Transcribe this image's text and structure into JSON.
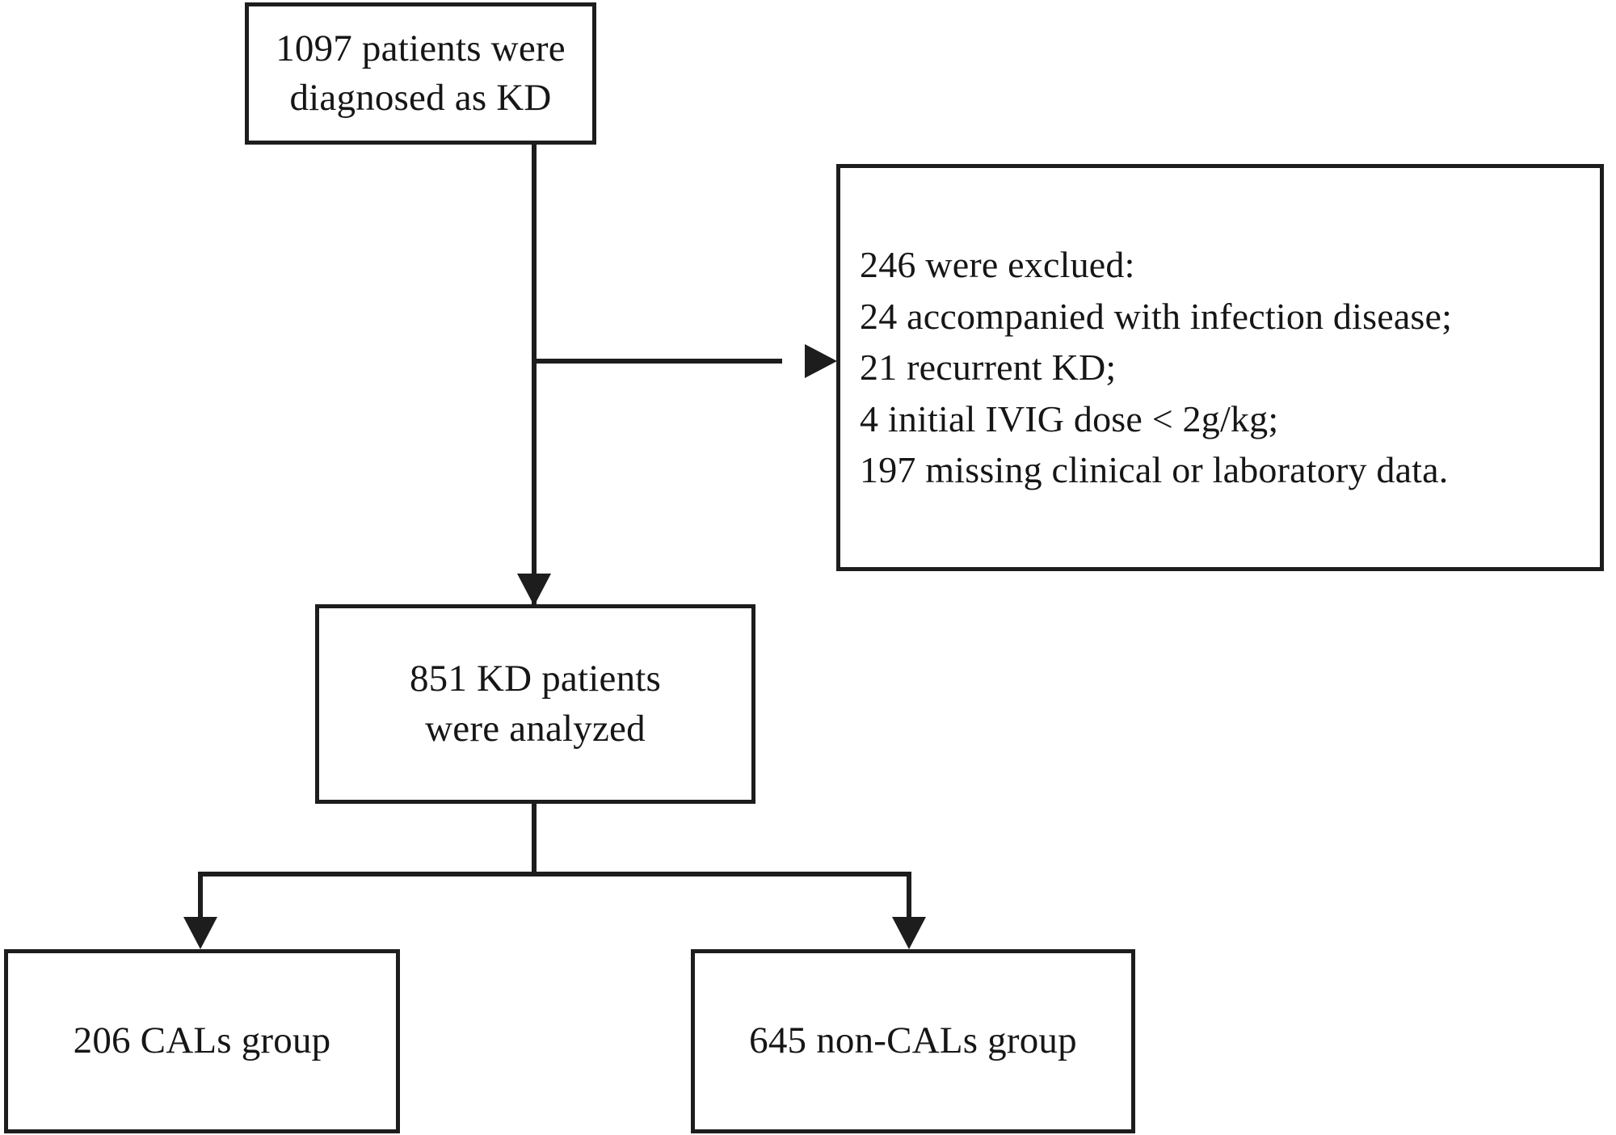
{
  "diagram": {
    "type": "study-flow-chart",
    "nodes": {
      "screened": {
        "label": "1097 patients were\ndiagnosed as KD",
        "count": 1097
      },
      "excluded": {
        "label": "246 were exclued:\n24 accompanied with  infection disease;\n21 recurrent KD;\n4 initial IVIG dose  < 2g/kg;\n197 missing clinical or laboratory data.",
        "count": 246,
        "reasons": [
          {
            "count": 24,
            "text": "24 accompanied with  infection disease;"
          },
          {
            "count": 21,
            "text": "21 recurrent KD;"
          },
          {
            "count": 4,
            "text": "4 initial IVIG dose  < 2g/kg;"
          },
          {
            "count": 197,
            "text": "197 missing clinical or laboratory data."
          }
        ]
      },
      "analyzed": {
        "label": "851 KD patients\nwere analyzed",
        "count": 851
      },
      "cals_group": {
        "label": "206 CALs group",
        "count": 206
      },
      "noncals_group": {
        "label": "645 non-CALs group",
        "count": 645
      }
    },
    "connectors": [
      {
        "name": "screened-to-analyzed",
        "kind": "arrow-down"
      },
      {
        "name": "screened-to-excluded",
        "kind": "arrow-right"
      },
      {
        "name": "analyzed-to-cals",
        "kind": "arrow-down"
      },
      {
        "name": "analyzed-to-noncals",
        "kind": "arrow-down"
      }
    ],
    "colors": {
      "stroke": "#1d1d1d",
      "fill": "#ffffff",
      "text": "#161616"
    }
  }
}
